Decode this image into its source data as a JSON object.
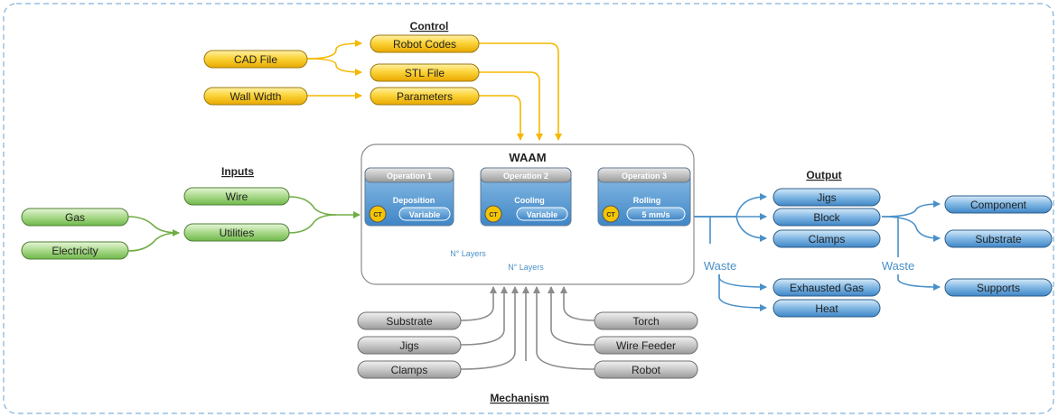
{
  "sections": {
    "control": "Control",
    "inputs": "Inputs",
    "output": "Output",
    "mechanism": "Mechanism"
  },
  "control_items": {
    "cad_file": "CAD File",
    "wall_width": "Wall Width",
    "robot_codes": "Robot Codes",
    "stl_file": "STL File",
    "parameters": "Parameters"
  },
  "input_items": {
    "gas": "Gas",
    "electricity": "Electricity",
    "wire": "Wire",
    "utilities": "Utilities"
  },
  "output_items": {
    "jigs": "Jigs",
    "block": "Block",
    "clamps": "Clamps",
    "exhausted_gas": "Exhausted Gas",
    "heat": "Heat",
    "component": "Component",
    "substrate": "Substrate",
    "supports": "Supports",
    "waste_1": "Waste",
    "waste_2": "Waste"
  },
  "mechanism_items": {
    "substrate": "Substrate",
    "jigs": "Jigs",
    "clamps": "Clamps",
    "torch": "Torch",
    "wire_feeder": "Wire Feeder",
    "robot": "Robot"
  },
  "process": {
    "title": "WAAM",
    "operations": [
      {
        "header": "Operation 1",
        "name": "Deposition",
        "badge": "CT",
        "value": "Variable"
      },
      {
        "header": "Operation 2",
        "name": "Cooling",
        "badge": "CT",
        "value": "Variable"
      },
      {
        "header": "Operation 3",
        "name": "Rolling",
        "badge": "CT",
        "value": "5 mm/s"
      }
    ],
    "loop_1": "N° Layers",
    "loop_2": "N° Layers"
  },
  "colors": {
    "control_fill": "#f5c400",
    "input_fill": "#8fcf6a",
    "output_fill": "#5b9bd5",
    "mechanism_fill": "#a6a6a6",
    "control_arrow": "#f5b800",
    "input_arrow": "#70ad47",
    "output_arrow": "#4a90c8",
    "mechanism_arrow": "#8c8c8c"
  }
}
